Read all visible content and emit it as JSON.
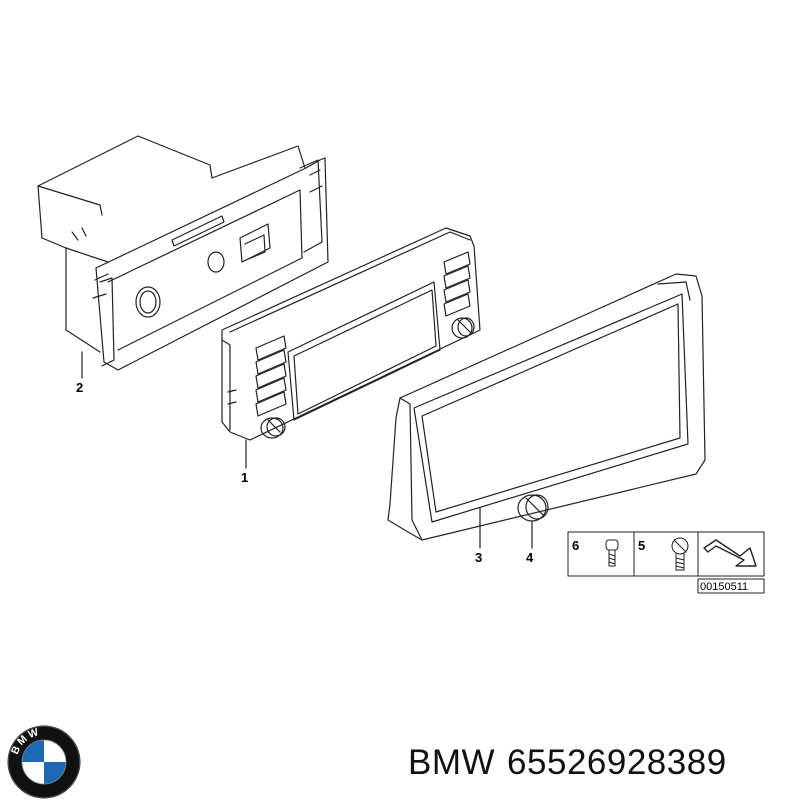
{
  "diagram": {
    "callouts": {
      "part_1": "1",
      "part_2": "2",
      "part_3": "3",
      "part_4": "4",
      "part_5": "5",
      "part_6": "6"
    },
    "reference_code": "00150511"
  },
  "footer": {
    "brand": "BMW",
    "part_number": "65526928389"
  },
  "logo": {
    "letters": "BMW",
    "colors": {
      "blue": "#1c69b4",
      "white": "#ffffff",
      "ring": "#111111"
    }
  },
  "colors": {
    "line": "#222222",
    "paper": "#ffffff"
  }
}
